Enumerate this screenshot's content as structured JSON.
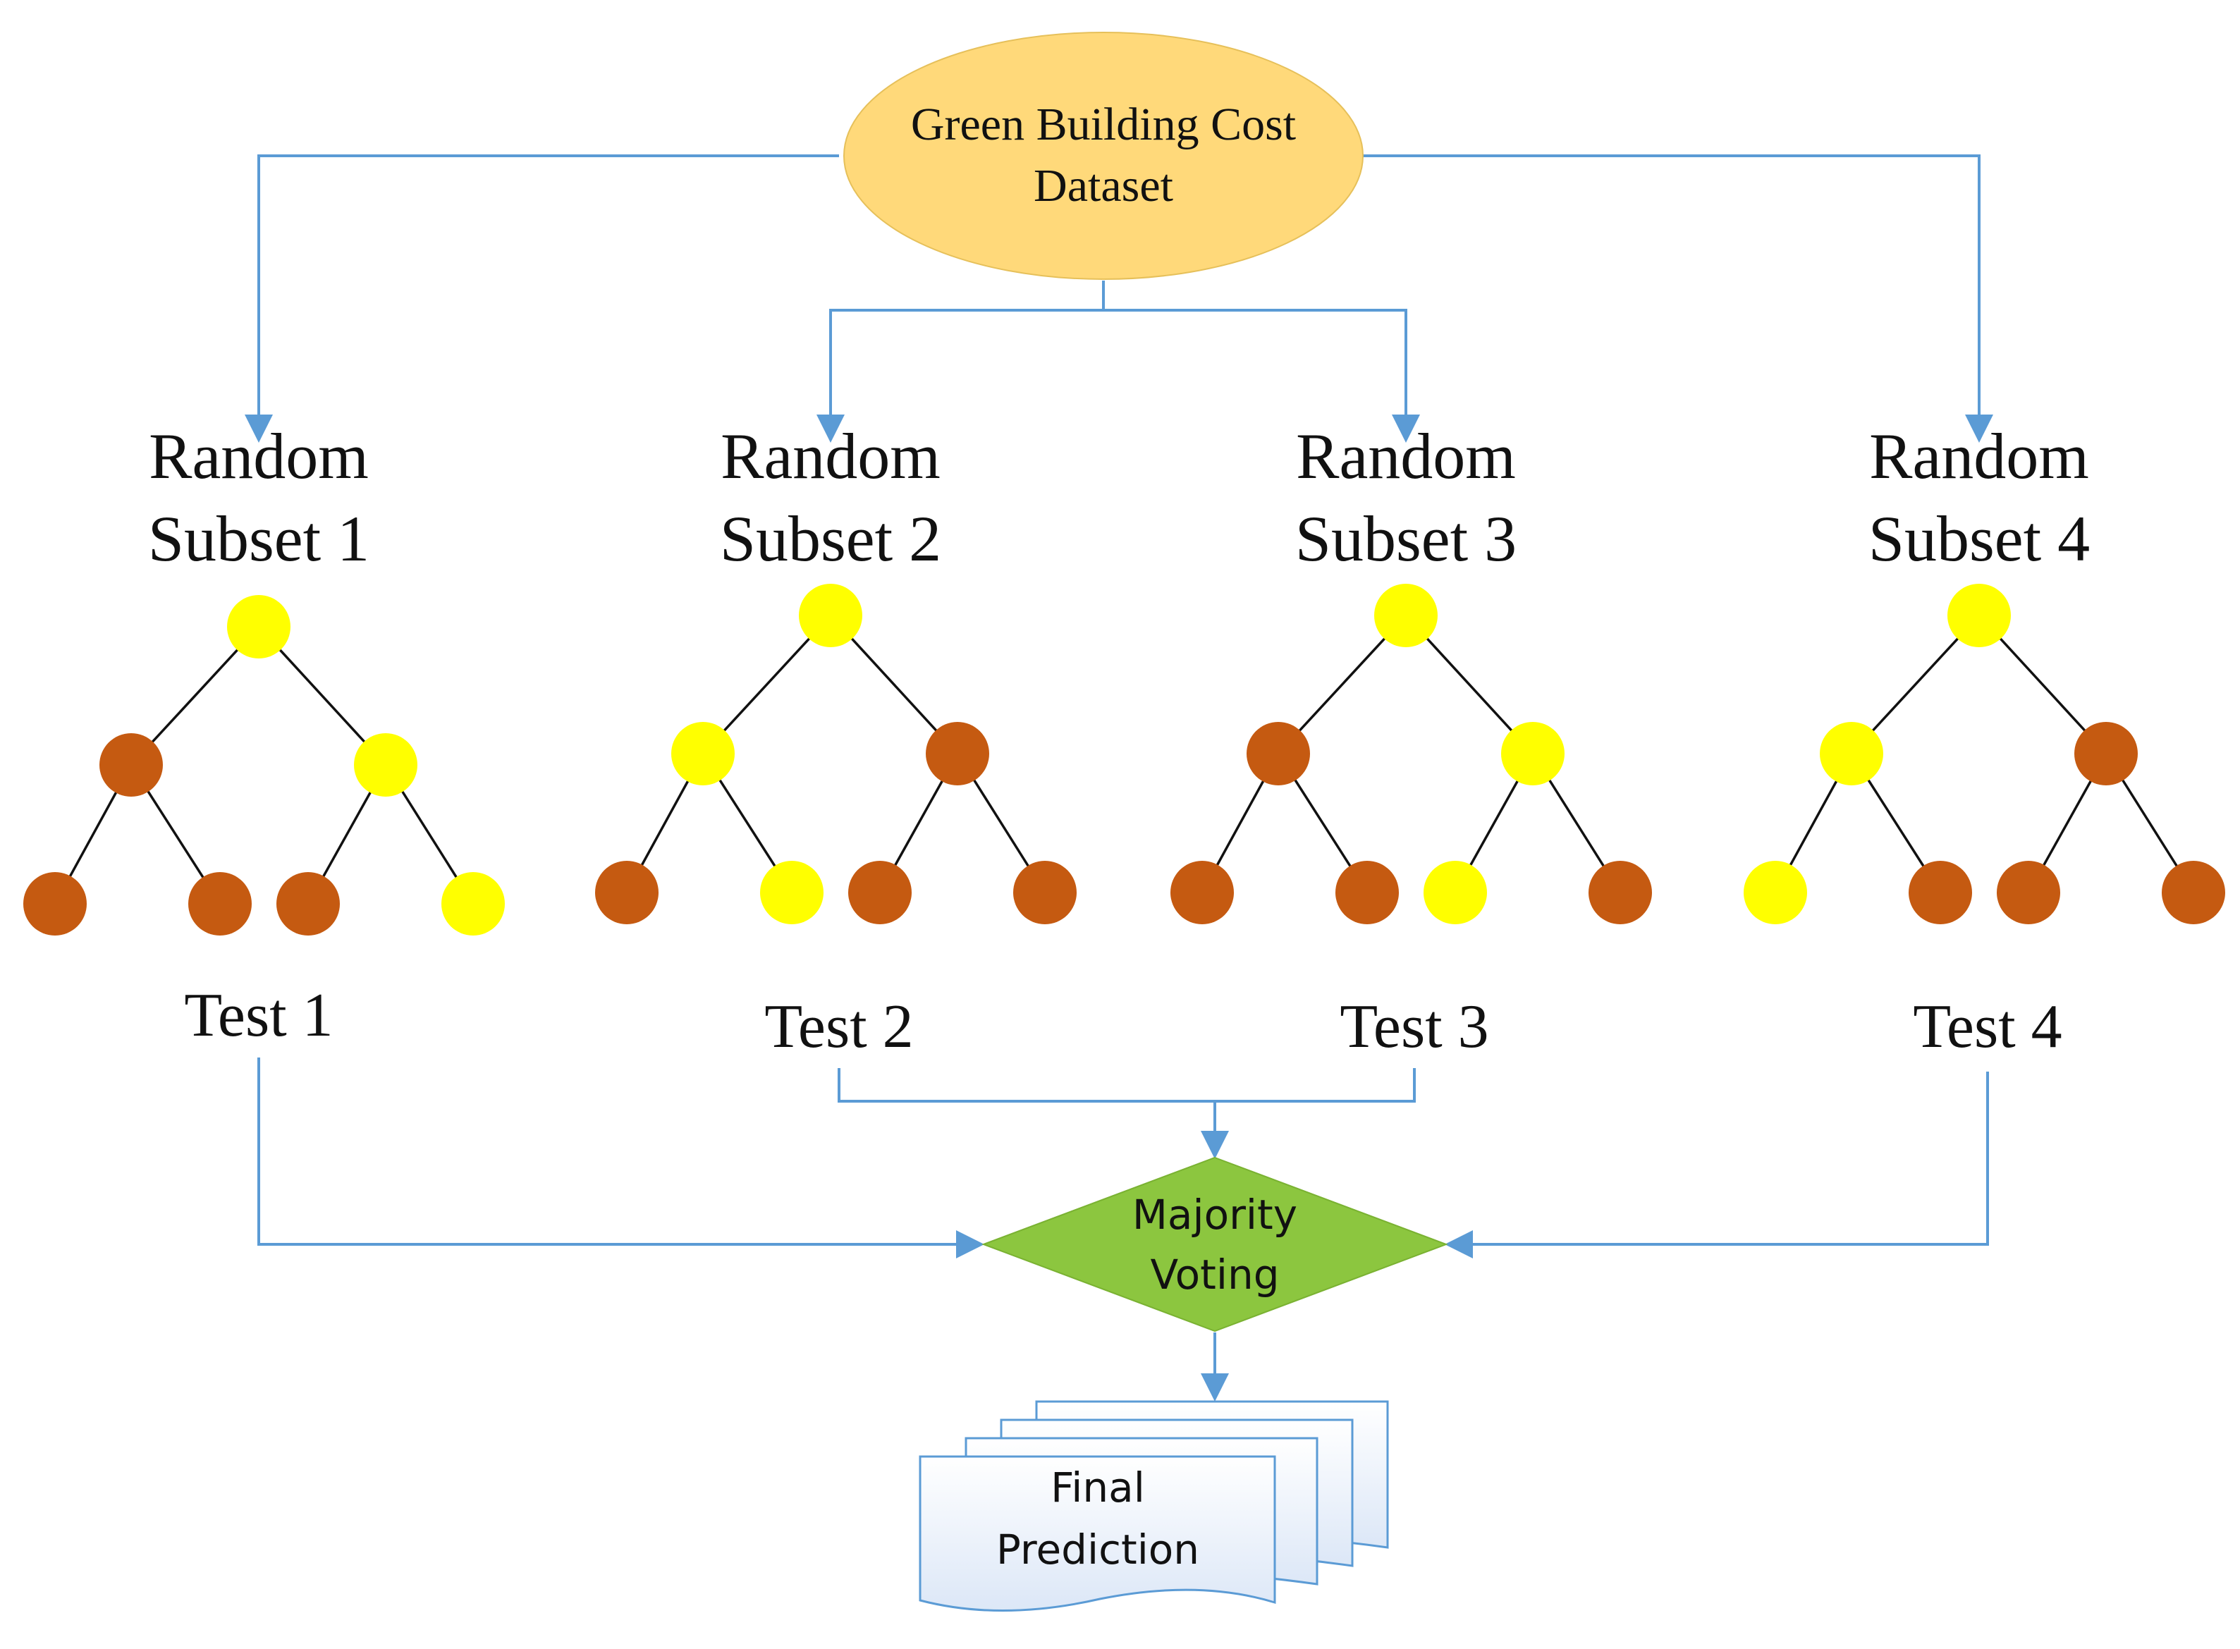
{
  "dataset": {
    "line1": "Green Building Cost",
    "line2": "Dataset"
  },
  "subsets": [
    {
      "line1": "Random",
      "line2": "Subset 1",
      "test": "Test 1",
      "nodes": [
        "yellow",
        "brown",
        "yellow",
        "brown",
        "brown",
        "brown",
        "yellow"
      ]
    },
    {
      "line1": "Random",
      "line2": "Subset 2",
      "test": "Test 2",
      "nodes": [
        "yellow",
        "yellow",
        "brown",
        "brown",
        "yellow",
        "brown",
        "brown"
      ]
    },
    {
      "line1": "Random",
      "line2": "Subset 3",
      "test": "Test 3",
      "nodes": [
        "yellow",
        "brown",
        "yellow",
        "brown",
        "brown",
        "yellow",
        "brown"
      ]
    },
    {
      "line1": "Random",
      "line2": "Subset 4",
      "test": "Test 4",
      "nodes": [
        "yellow",
        "yellow",
        "brown",
        "yellow",
        "brown",
        "brown",
        "brown"
      ]
    }
  ],
  "voting": {
    "line1": "Majority",
    "line2": "Voting"
  },
  "final": {
    "line1": "Final",
    "line2": "Prediction"
  },
  "colors": {
    "yellow_node": "#ffff00",
    "brown_node": "#c55a11",
    "dataset_fill": "#ffd97a",
    "voting_fill": "#8cc63f",
    "arrow": "#5b9bd5",
    "document_fill": "#e9f0fb"
  }
}
